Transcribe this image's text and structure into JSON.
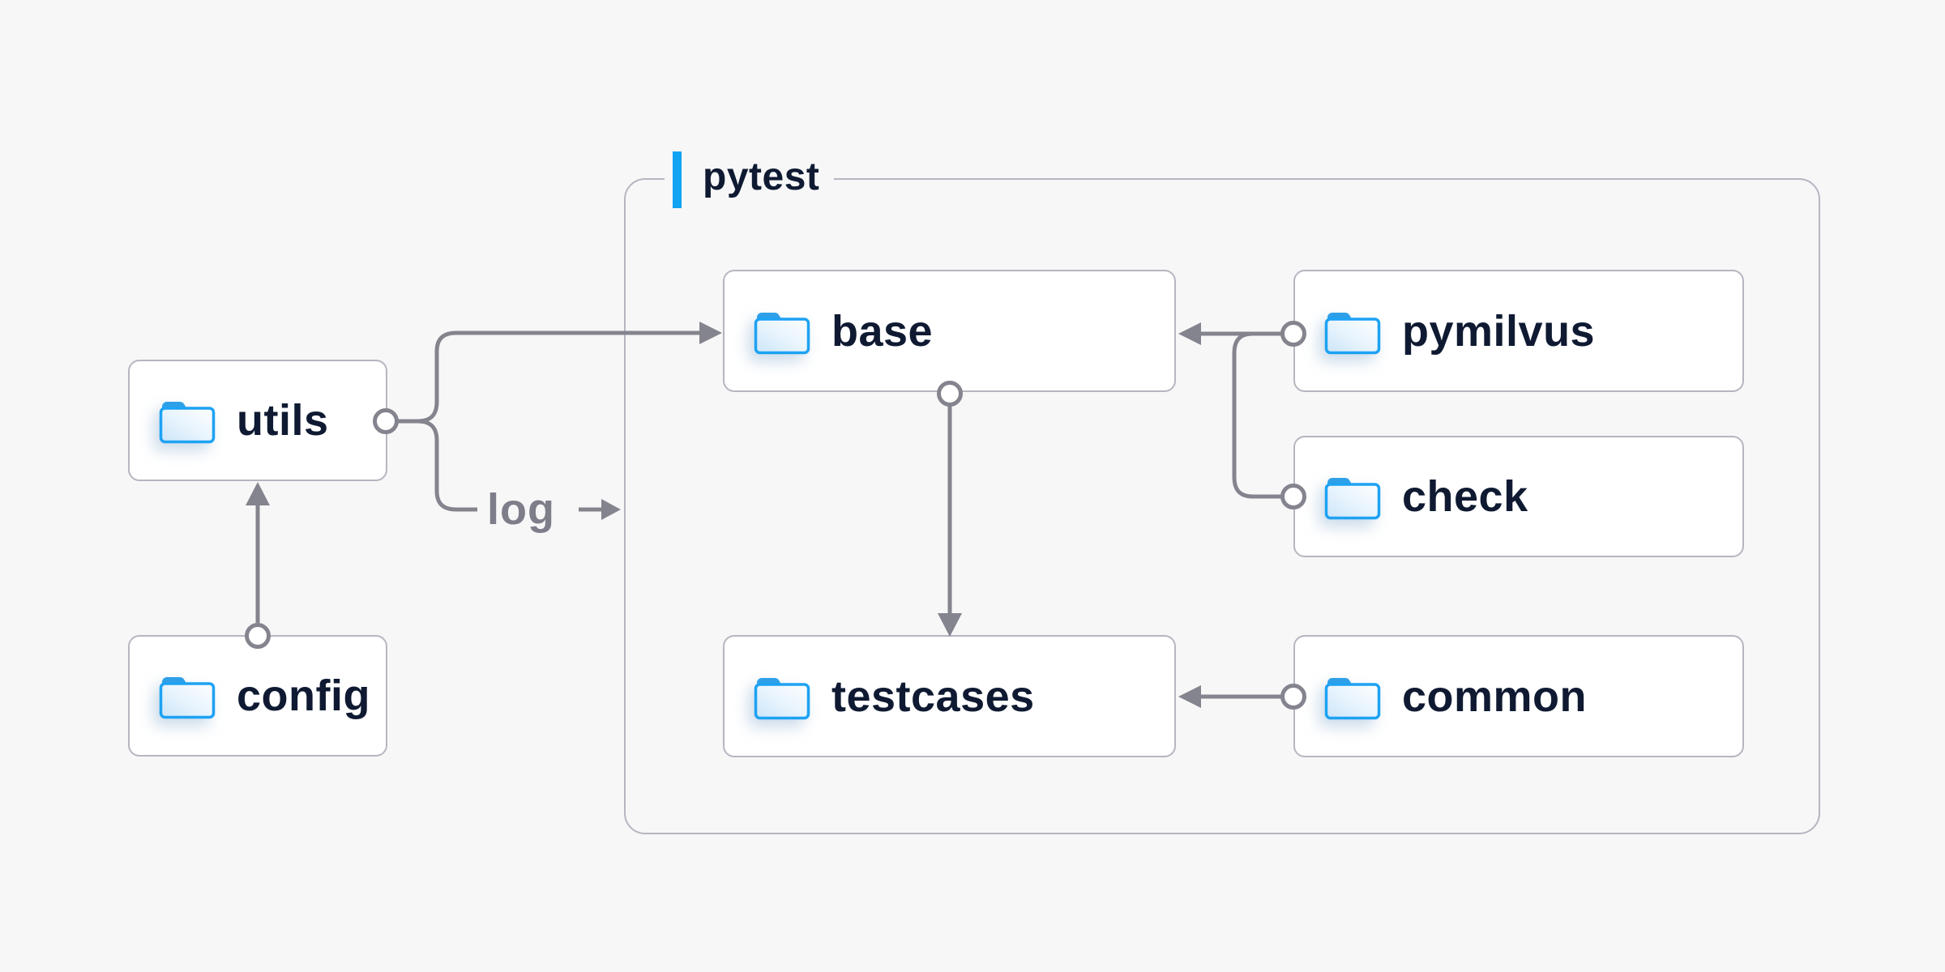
{
  "diagram": {
    "group": {
      "label": "pytest"
    },
    "nodes": [
      {
        "id": "utils",
        "label": "utils",
        "icon": "folder-icon"
      },
      {
        "id": "config",
        "label": "config",
        "icon": "folder-icon"
      },
      {
        "id": "base",
        "label": "base",
        "icon": "folder-icon"
      },
      {
        "id": "pymilvus",
        "label": "pymilvus",
        "icon": "folder-icon"
      },
      {
        "id": "check",
        "label": "check",
        "icon": "folder-icon"
      },
      {
        "id": "testcases",
        "label": "testcases",
        "icon": "folder-icon"
      },
      {
        "id": "common",
        "label": "common",
        "icon": "folder-icon"
      }
    ],
    "edges": [
      {
        "from": "config",
        "to": "utils"
      },
      {
        "from": "utils",
        "to": "base"
      },
      {
        "from": "utils",
        "to": "log",
        "label": "log"
      },
      {
        "from": "pymilvus",
        "to": "base"
      },
      {
        "from": "check",
        "to": "base"
      },
      {
        "from": "base",
        "to": "testcases"
      },
      {
        "from": "common",
        "to": "testcases"
      }
    ],
    "edge_label_log": "log",
    "colors": {
      "background": "#F7F7F8",
      "node_fill": "#FFFFFF",
      "node_border": "#B6B6C1",
      "group_border": "#B6B6C1",
      "connector": "#84848E",
      "text_dark": "#0F1A32",
      "text_muted": "#7E7E8A",
      "accent_blue": "#12A3F2",
      "folder_blue": "#1EA2F3"
    }
  }
}
